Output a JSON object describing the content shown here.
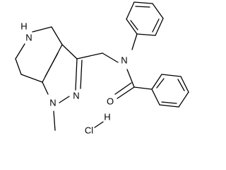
{
  "molecule": {
    "atoms": {
      "nh": "N",
      "h_on_nh": "H",
      "n_amide": "N",
      "n_pyrazole_methyl": "N",
      "n_pyrazole_2": "N",
      "o": "O",
      "cl": "Cl",
      "h_hcl": "H"
    },
    "colors": {
      "bonds": "#000000",
      "labels": "#000000",
      "background": "#ffffff"
    }
  }
}
